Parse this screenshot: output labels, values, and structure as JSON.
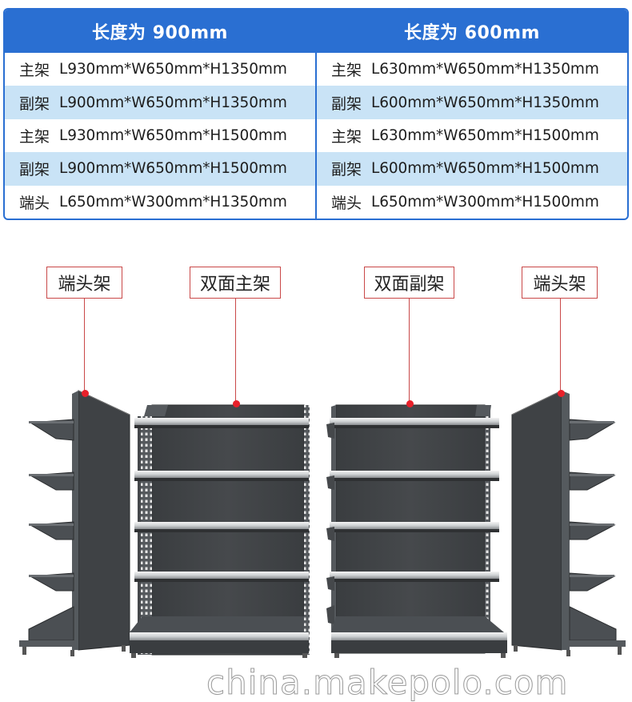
{
  "spec_table": {
    "columns": [
      {
        "header": "长度为 900mm",
        "rows": [
          {
            "label": "主架",
            "value": "L930mm*W650mm*H1350mm"
          },
          {
            "label": "副架",
            "value": "L900mm*W650mm*H1350mm"
          },
          {
            "label": "主架",
            "value": "L930mm*W650mm*H1500mm"
          },
          {
            "label": "副架",
            "value": "L900mm*W650mm*H1500mm"
          },
          {
            "label": "端头",
            "value": "L650mm*W300mm*H1350mm"
          }
        ]
      },
      {
        "header": "长度为 600mm",
        "rows": [
          {
            "label": "主架",
            "value": "L630mm*W650mm*H1350mm"
          },
          {
            "label": "副架",
            "value": "L600mm*W650mm*H1350mm"
          },
          {
            "label": "主架",
            "value": "L630mm*W650mm*H1500mm"
          },
          {
            "label": "副架",
            "value": "L600mm*W650mm*H1500mm"
          },
          {
            "label": "端头",
            "value": "L650mm*W300mm*H1500mm"
          }
        ]
      }
    ]
  },
  "callouts": [
    "端头架",
    "双面主架",
    "双面副架",
    "端头架"
  ],
  "colors": {
    "header_blue": "#2a6fd2",
    "row_alt": "#c9e3f6",
    "callout_red": "#c94848",
    "marker_red": "#e8202a",
    "shelf_dark": "#3d4043"
  },
  "watermark": "china.makepolo.com"
}
